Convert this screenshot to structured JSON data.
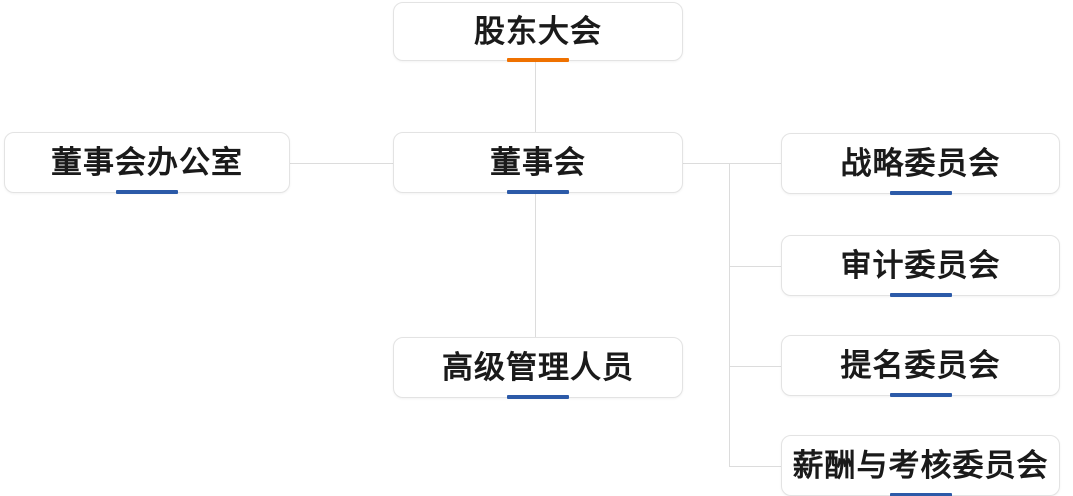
{
  "chart_data": {
    "type": "diagram",
    "subtype": "organization-chart",
    "title": "",
    "orientation": "top-down",
    "colors": {
      "accent_primary": "#ef7100",
      "accent_secondary": "#2c5aa8",
      "box_border": "#e3e3e3",
      "connector": "#dcdcdc",
      "text": "#1a1a1a",
      "background": "#ffffff"
    },
    "nodes": [
      {
        "id": "shareholders",
        "label": "股东大会",
        "accent": "#ef7100",
        "level": 0
      },
      {
        "id": "board",
        "label": "董事会",
        "accent": "#2c5aa8",
        "level": 1
      },
      {
        "id": "board-office",
        "label": "董事会办公室",
        "accent": "#2c5aa8",
        "level": 1
      },
      {
        "id": "senior-management",
        "label": "高级管理人员",
        "accent": "#2c5aa8",
        "level": 2
      },
      {
        "id": "strategy-committee",
        "label": "战略委员会",
        "accent": "#2c5aa8",
        "level": 2
      },
      {
        "id": "audit-committee",
        "label": "审计委员会",
        "accent": "#2c5aa8",
        "level": 2
      },
      {
        "id": "nomination-committee",
        "label": "提名委员会",
        "accent": "#2c5aa8",
        "level": 2
      },
      {
        "id": "remuneration-committee",
        "label": "薪酬与考核委员会",
        "accent": "#2c5aa8",
        "level": 2
      }
    ],
    "edges": [
      {
        "from": "shareholders",
        "to": "board"
      },
      {
        "from": "board",
        "to": "board-office"
      },
      {
        "from": "board",
        "to": "senior-management"
      },
      {
        "from": "board",
        "to": "strategy-committee"
      },
      {
        "from": "board",
        "to": "audit-committee"
      },
      {
        "from": "board",
        "to": "nomination-committee"
      },
      {
        "from": "board",
        "to": "remuneration-committee"
      }
    ]
  },
  "nodes": {
    "shareholders": {
      "label": "股东大会"
    },
    "board": {
      "label": "董事会"
    },
    "board_office": {
      "label": "董事会办公室"
    },
    "senior_management": {
      "label": "高级管理人员"
    },
    "strategy_committee": {
      "label": "战略委员会"
    },
    "audit_committee": {
      "label": "审计委员会"
    },
    "nomination_committee": {
      "label": "提名委员会"
    },
    "remuneration_committee": {
      "label": "薪酬与考核委员会"
    }
  }
}
